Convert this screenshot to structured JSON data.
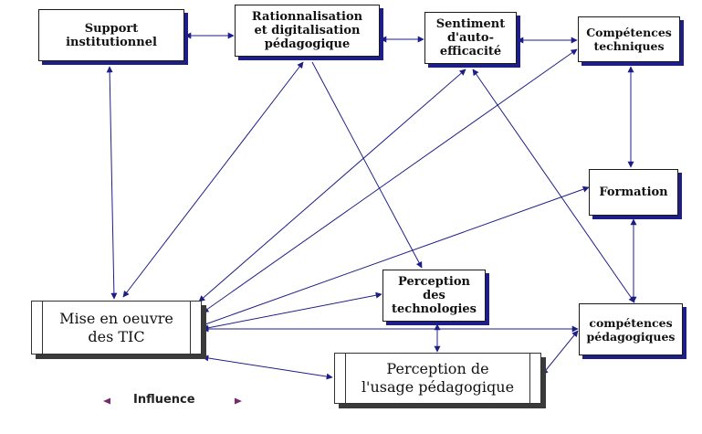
{
  "nodes": {
    "support": "Support\ninstitutionnel",
    "rationalisation": "Rationnalisation\net digitalisation\npédagogique",
    "sentiment": "Sentiment\nd'auto-\nefficacité",
    "competences_techniques": "Compétences\ntechniques",
    "formation": "Formation",
    "perception_technologies": "Perception\ndes\ntechnologies",
    "mise_en_oeuvre": "Mise en oeuvre\ndes TIC",
    "competences_pedagogiques": "compétences\npédagogiques",
    "perception_usage": "Perception de\nl'usage pédagogique"
  },
  "legend": {
    "label": "Influence"
  },
  "colors": {
    "arrow": "#1e1e88",
    "node_border": "#1a1a1a",
    "shadow": "#1e1e88"
  }
}
